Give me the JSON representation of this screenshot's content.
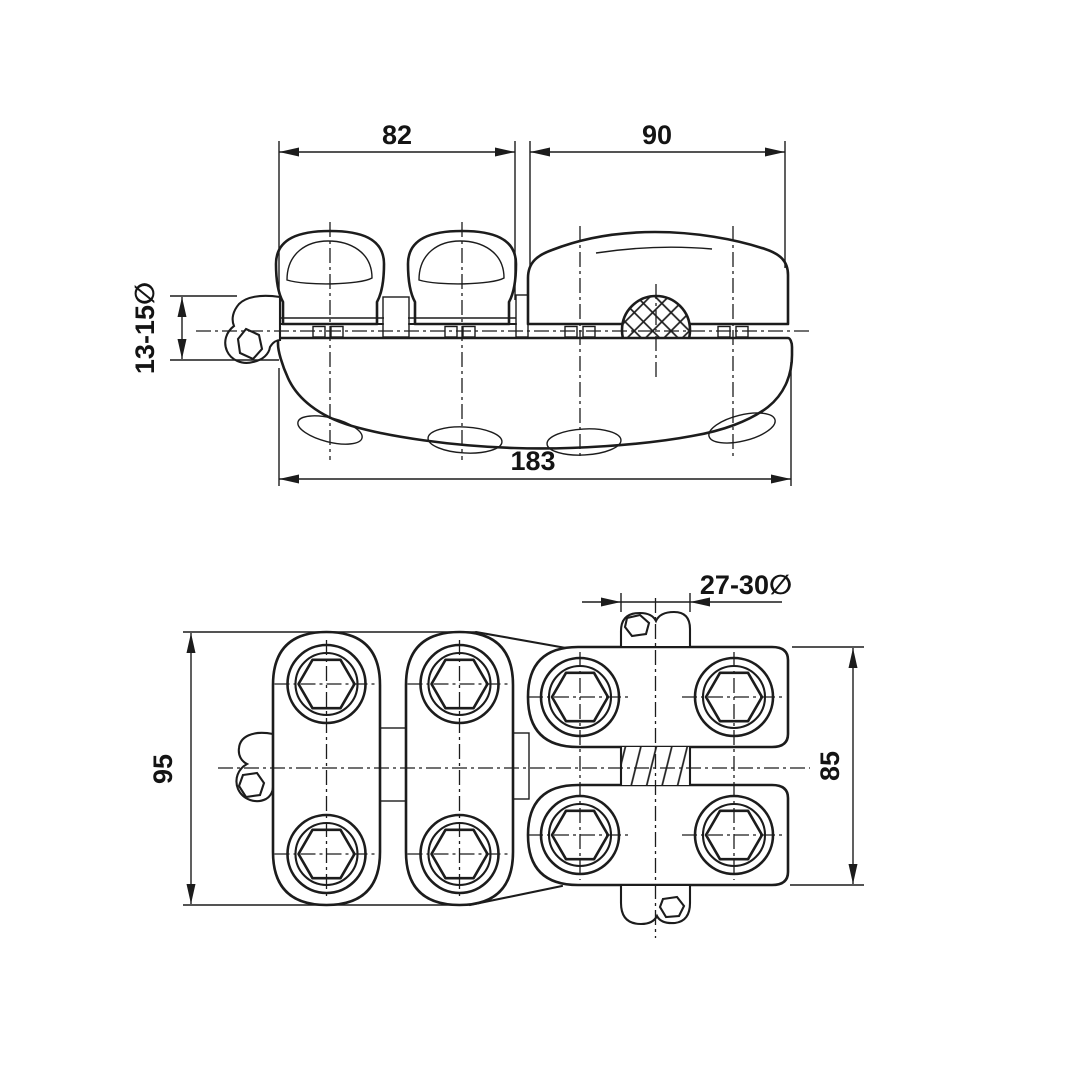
{
  "drawing": {
    "background": "#ffffff",
    "line_color": "#1c1c1c",
    "top_view": {
      "dim_left_span": "82",
      "dim_right_span": "90",
      "dim_overall": "183",
      "dim_cable": "13-15∅"
    },
    "plan_view": {
      "dim_conductor": "27-30∅",
      "dim_overall_height": "95",
      "dim_clamp_height": "85"
    }
  }
}
